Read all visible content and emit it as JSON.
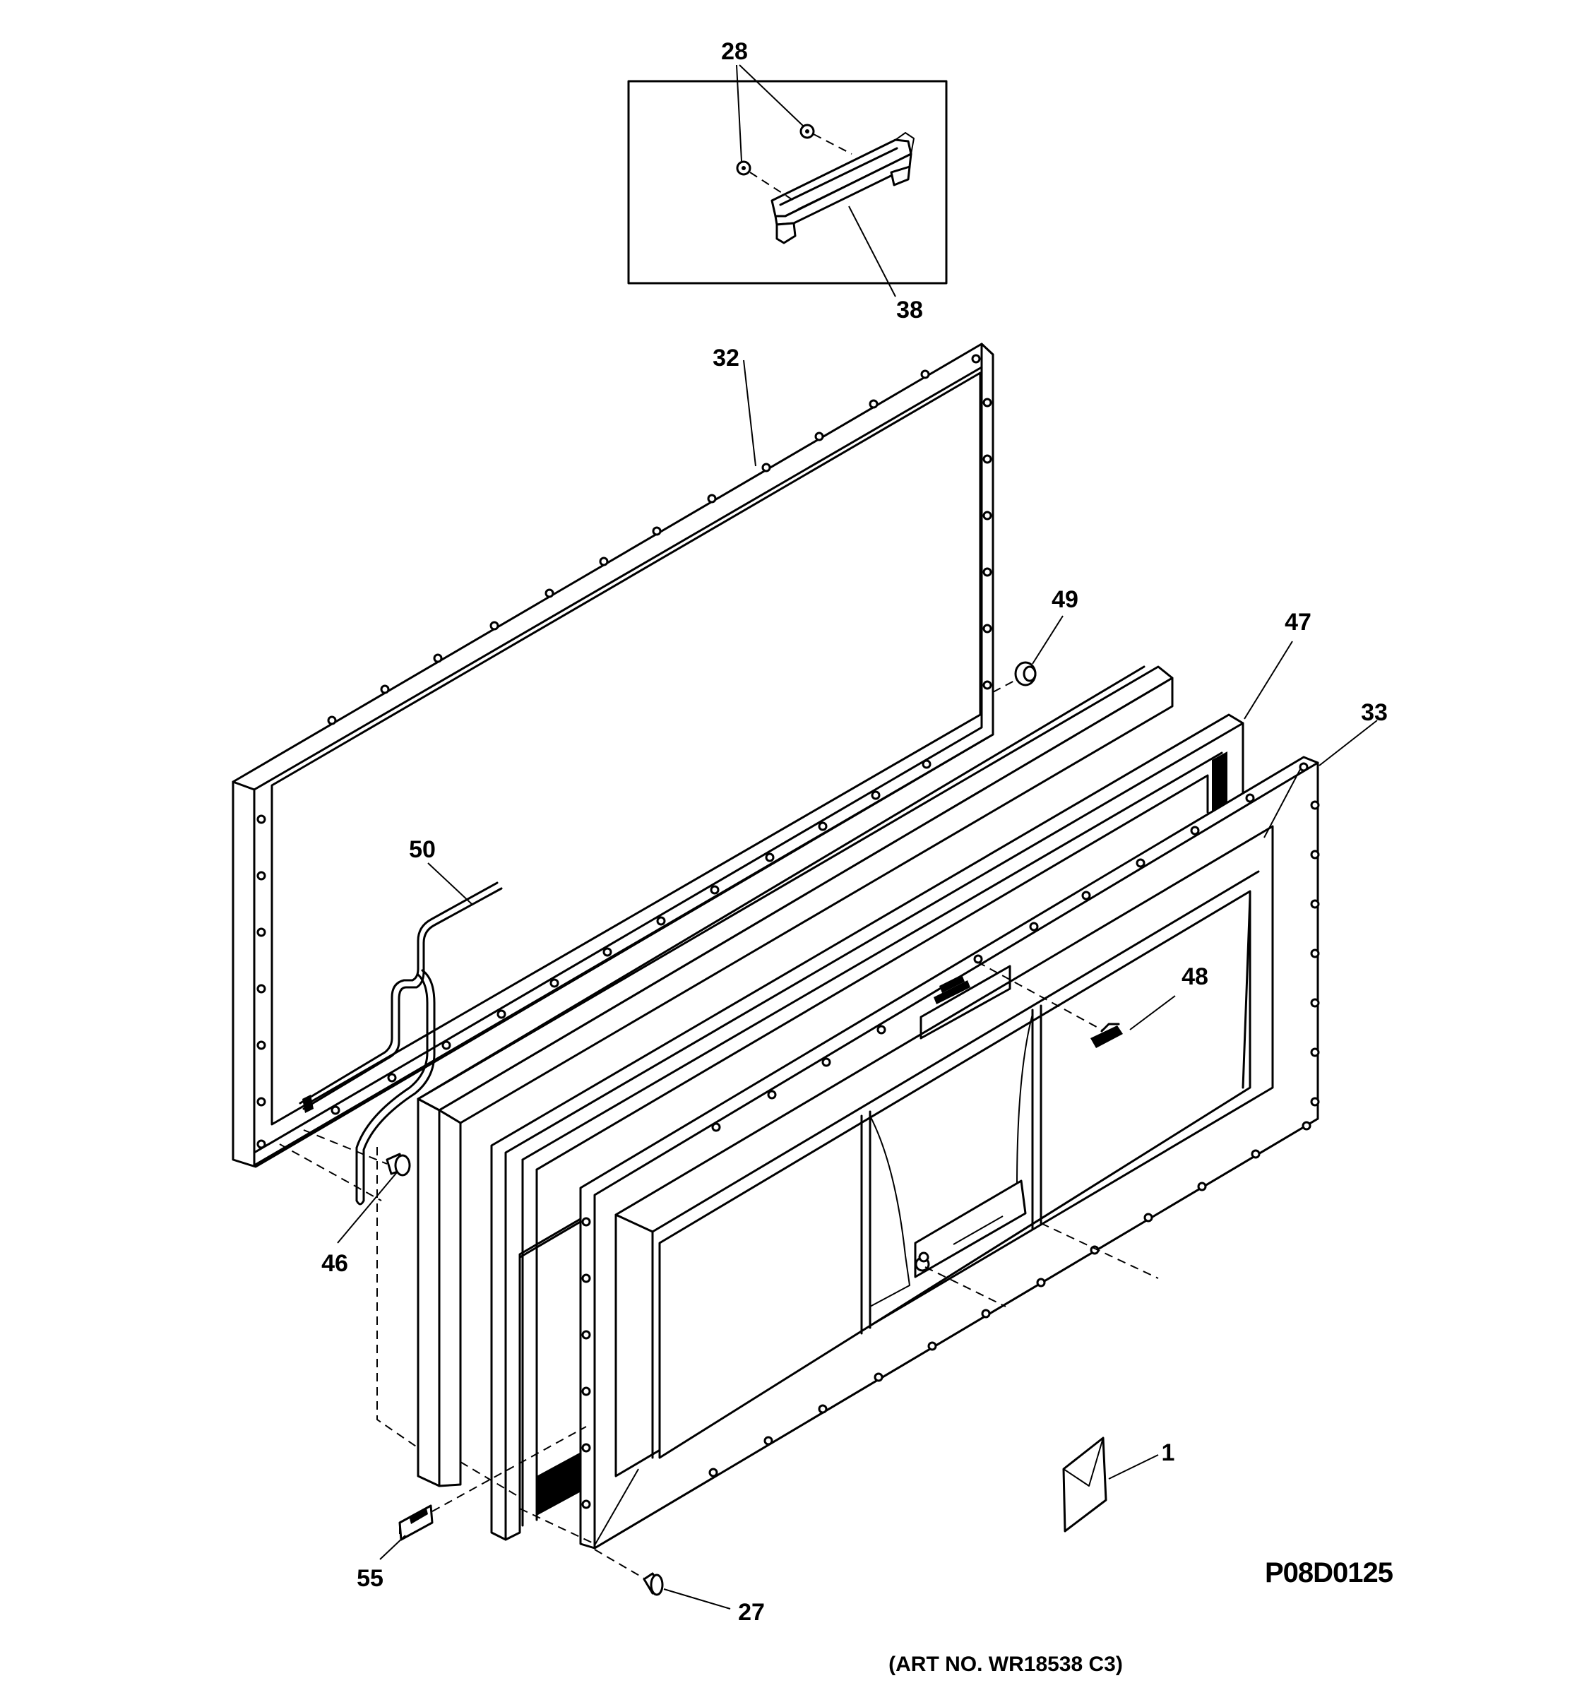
{
  "labels": {
    "l28": "28",
    "l38": "38",
    "l32": "32",
    "l49": "49",
    "l47": "47",
    "l33": "33",
    "l50": "50",
    "l48": "48",
    "l46": "46",
    "l1": "1",
    "l55": "55",
    "l27": "27"
  },
  "diagram_code": "P08D0125",
  "art_number": "(ART NO. WR18538 C3)"
}
